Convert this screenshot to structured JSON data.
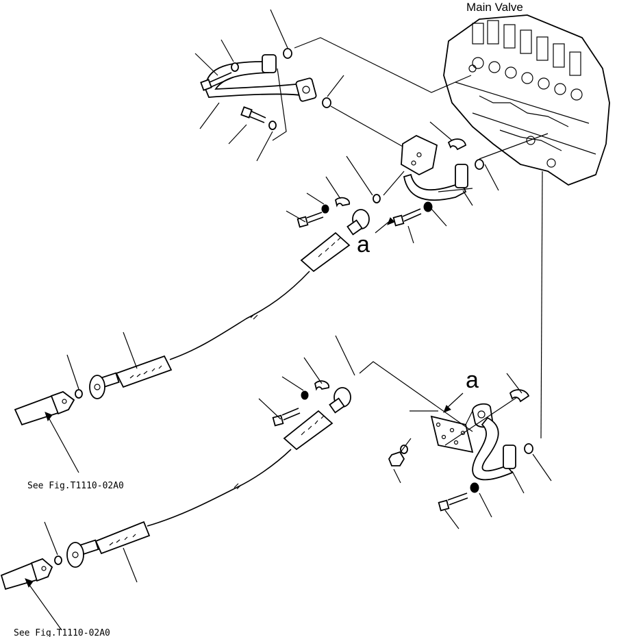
{
  "labels": {
    "main_valve": "Main Valve",
    "ref_a_upper": "a",
    "ref_a_lower": "a",
    "see_fig_upper": "See Fig.T1110-02A0",
    "see_fig_lower": "See Fig.T1110-02A0"
  }
}
